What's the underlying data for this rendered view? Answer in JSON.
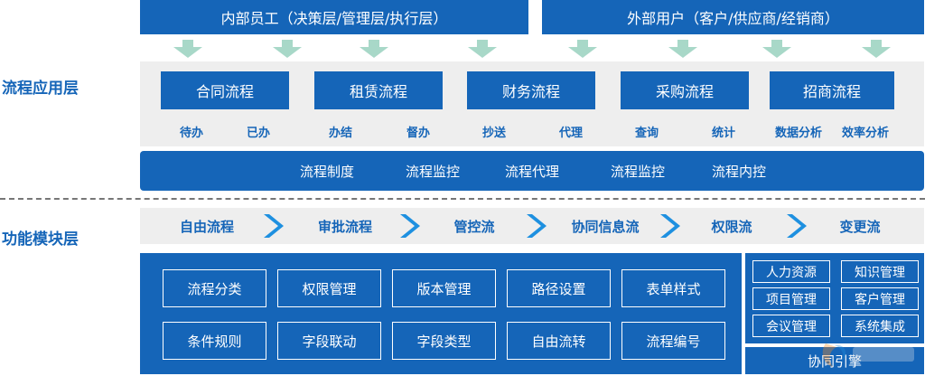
{
  "top": {
    "internal": "内部员工（决策层/管理层/执行层）",
    "external": "外部用户（客户/供应商/经销商）"
  },
  "layers": {
    "process_app": "流程应用层",
    "function_module": "功能模块层"
  },
  "apps": [
    {
      "label": "合同流程",
      "subs": [
        "待办",
        "已办"
      ]
    },
    {
      "label": "租赁流程",
      "subs": [
        "办结",
        "督办"
      ]
    },
    {
      "label": "财务流程",
      "subs": [
        "抄送",
        "代理"
      ]
    },
    {
      "label": "采购流程",
      "subs": [
        "查询",
        "统计"
      ]
    },
    {
      "label": "招商流程",
      "subs": [
        "数据分析",
        "效率分析"
      ]
    }
  ],
  "control_bar": [
    "流程制度",
    "流程监控",
    "流程代理",
    "流程监控",
    "流程内控"
  ],
  "flow_steps": [
    "自由流程",
    "审批流程",
    "管控流",
    "协同信息流",
    "权限流",
    "变更流"
  ],
  "modules": [
    [
      "流程分类",
      "权限管理",
      "版本管理",
      "路径设置",
      "表单样式"
    ],
    [
      "条件规则",
      "字段联动",
      "字段类型",
      "自由流转",
      "流程编号"
    ]
  ],
  "side_modules": [
    [
      "人力资源",
      "项目管理",
      "会议管理"
    ],
    [
      "知识管理",
      "客户管理",
      "系统集成"
    ]
  ],
  "engine": "协同引擎",
  "colors": {
    "primary": "#1565b8",
    "arrow": "#a8d8c8",
    "panel": "#eeeeee"
  }
}
